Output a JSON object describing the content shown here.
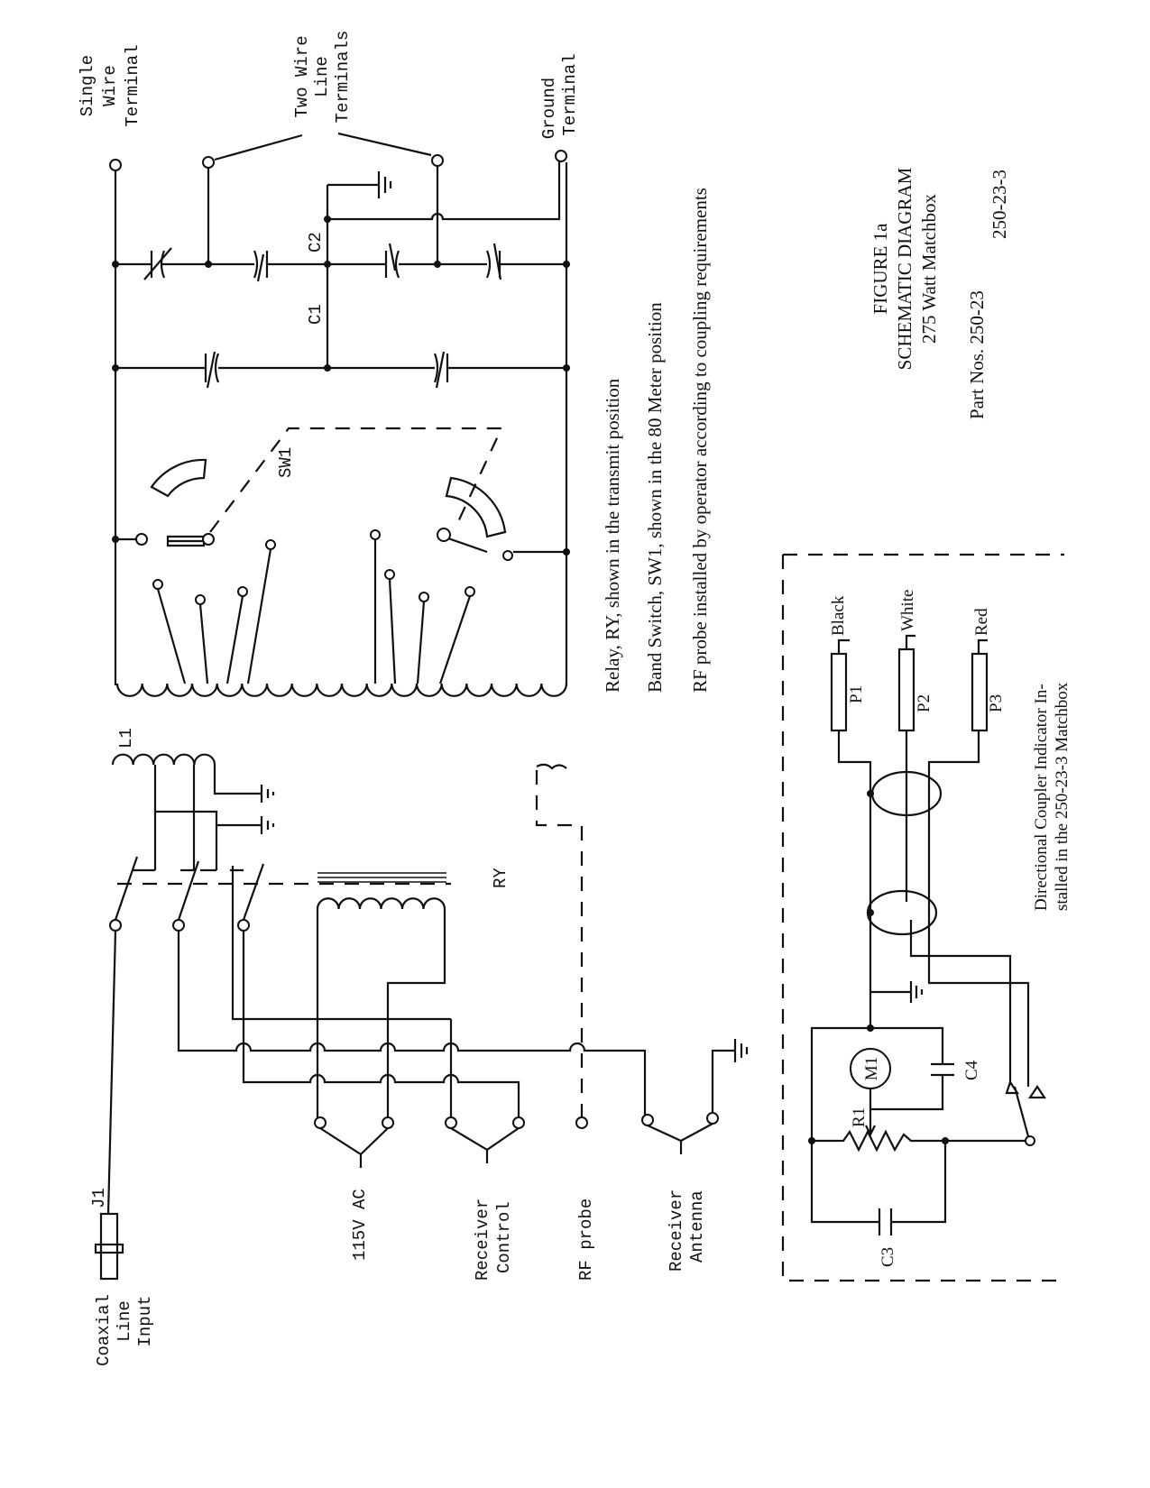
{
  "labels": {
    "single_wire": [
      "Single",
      "Wire",
      "Terminal"
    ],
    "two_wire": [
      "Two Wire",
      "Line",
      "Terminals"
    ],
    "ground": [
      "Ground",
      "Terminal"
    ],
    "coaxial": [
      "Coaxial",
      "Line",
      "Input"
    ],
    "ac": "115V AC",
    "receiver_control": [
      "Receiver",
      "Control"
    ],
    "rf_probe": "RF probe",
    "receiver_antenna": [
      "Receiver",
      "Antenna"
    ]
  },
  "components": {
    "c1": "C1",
    "c2": "C2",
    "sw1": "SW1",
    "l1": "L1",
    "j1": "J1",
    "ry": "RY",
    "m1": "M1",
    "c3": "C3",
    "c4": "C4",
    "r1": "R1",
    "p1": "P1",
    "p2": "P2",
    "p3": "P3",
    "black": "Black",
    "white": "White",
    "red": "Red"
  },
  "notes": [
    "Relay, RY, shown in the transmit position",
    "Band Switch, SW1, shown in the 80 Meter position",
    "RF probe installed by operator according to coupling requirements"
  ],
  "figure": {
    "number": "FIGURE 1a",
    "title": "SCHEMATIC DIAGRAM",
    "subtitle": "275 Watt Matchbox",
    "part_nos_label": "Part Nos. 250-23",
    "part_nos_2": "250-23-3"
  },
  "coupler_note": [
    "Directional Coupler Indicator In-",
    "stalled in the 250-23-3 Matchbox"
  ]
}
